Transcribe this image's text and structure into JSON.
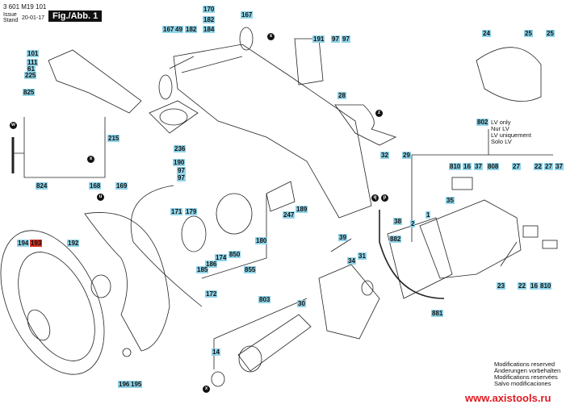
{
  "header": {
    "part_number": "3 601 M19 101",
    "issue_label": "Issue\nStand",
    "issue_date": "20-01-17",
    "figure": "Fig./Abb. 1"
  },
  "callouts": [
    "170",
    "182",
    "184",
    "167",
    "167",
    "49",
    "182",
    "101",
    "111",
    "61",
    "225",
    "825",
    "215",
    "236",
    "190",
    "97",
    "97",
    "824",
    "168",
    "169",
    "191",
    "97",
    "97",
    "28",
    "32",
    "29",
    "24",
    "25",
    "25",
    "802",
    "810",
    "16",
    "37",
    "808",
    "27",
    "22",
    "27",
    "37",
    "35",
    "171",
    "179",
    "247",
    "189",
    "180",
    "850",
    "174",
    "186",
    "185",
    "855",
    "194",
    "193",
    "192",
    "172",
    "803",
    "30",
    "14",
    "196",
    "195",
    "39",
    "38",
    "2",
    "1",
    "882",
    "34",
    "31",
    "23",
    "22",
    "16",
    "810",
    "881"
  ],
  "highlighted_callout": "193",
  "markers": [
    "x",
    "w",
    "x",
    "u",
    "z",
    "q",
    "p",
    "x"
  ],
  "lv_note": "LV only\nNur LV\nLV uniquement\nSolo LV",
  "footer_note": "Modifications reserved\nÄnderungen vorbehalten\nModifications reservées\nSalvo modificaciones",
  "website": "www.axistools.ru",
  "colors": {
    "callout": "#8fd3e8",
    "highlight": "#d8311e",
    "website": "#e0191f"
  }
}
